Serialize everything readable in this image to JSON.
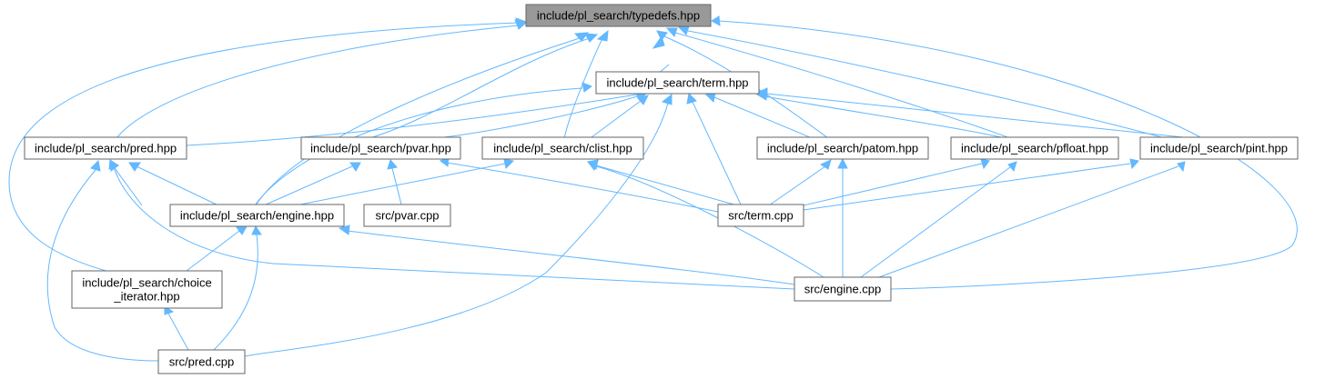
{
  "graph": {
    "nodes": [
      {
        "id": "typedefs",
        "label": [
          "include/pl_search/typedefs.hpp"
        ],
        "highlight": true
      },
      {
        "id": "term_hpp",
        "label": [
          "include/pl_search/term.hpp"
        ]
      },
      {
        "id": "pred_hpp",
        "label": [
          "include/pl_search/pred.hpp"
        ]
      },
      {
        "id": "pvar_hpp",
        "label": [
          "include/pl_search/pvar.hpp"
        ]
      },
      {
        "id": "clist_hpp",
        "label": [
          "include/pl_search/clist.hpp"
        ]
      },
      {
        "id": "patom_hpp",
        "label": [
          "include/pl_search/patom.hpp"
        ]
      },
      {
        "id": "pfloat_hpp",
        "label": [
          "include/pl_search/pfloat.hpp"
        ]
      },
      {
        "id": "pint_hpp",
        "label": [
          "include/pl_search/pint.hpp"
        ]
      },
      {
        "id": "engine_hpp",
        "label": [
          "include/pl_search/engine.hpp"
        ]
      },
      {
        "id": "pvar_cpp",
        "label": [
          "src/pvar.cpp"
        ]
      },
      {
        "id": "term_cpp",
        "label": [
          "src/term.cpp"
        ]
      },
      {
        "id": "choice_hpp",
        "label": [
          "include/pl_search/choice",
          "_iterator.hpp"
        ]
      },
      {
        "id": "engine_cpp",
        "label": [
          "src/engine.cpp"
        ]
      },
      {
        "id": "pred_cpp",
        "label": [
          "src/pred.cpp"
        ]
      }
    ],
    "colors": {
      "edge": "#63b8ff",
      "node_border": "#666666",
      "root_fill": "#999999",
      "node_fill": "#ffffff"
    }
  }
}
